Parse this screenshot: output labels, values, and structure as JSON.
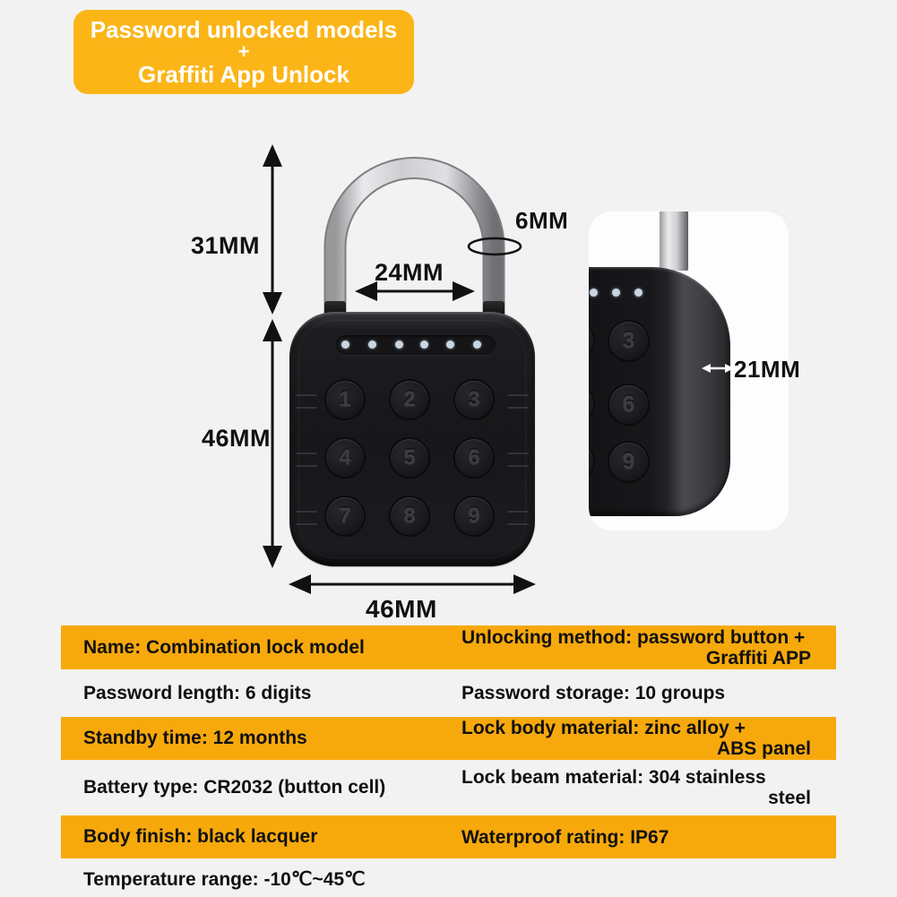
{
  "badge": {
    "line1": "Password unlocked models",
    "line2": "+",
    "line3": "Graffiti App Unlock"
  },
  "dimensions": {
    "shackle_height": "31MM",
    "shackle_inner_width": "24MM",
    "shackle_diameter": "6MM",
    "body_height": "46MM",
    "body_width": "46MM",
    "body_depth": "21MM"
  },
  "lock": {
    "keys": [
      "1",
      "2",
      "3",
      "4",
      "5",
      "6",
      "7",
      "8",
      "9"
    ],
    "inset_keys": [
      "3",
      "6",
      "9"
    ],
    "led_count": 6
  },
  "specs": {
    "rows": [
      {
        "left": "Name: Combination lock model",
        "right_line1": "Unlocking method: password button +",
        "right_line2": "Graffiti APP",
        "highlight": true
      },
      {
        "left": "Password length: 6 digits",
        "right_line1": "Password storage: 10 groups",
        "highlight": false
      },
      {
        "left": "Standby time: 12 months",
        "right_line1": "Lock body material: zinc alloy +",
        "right_line2": "ABS panel",
        "highlight": true
      },
      {
        "left": "Battery type: CR2032 (button cell)",
        "right_line1": "Lock beam material: 304 stainless",
        "right_line2": "steel",
        "highlight": false
      },
      {
        "left": "Body finish: black lacquer",
        "right_line1": "Waterproof rating: IP67",
        "highlight": true
      },
      {
        "left": "Temperature range: -10℃~45℃",
        "right_line1": "",
        "highlight": false
      }
    ]
  },
  "colors": {
    "background": "#F2F2F3",
    "badge_yellow": "#FBB517",
    "row_yellow": "#F7A90C",
    "body_black": "#1A1A1C",
    "led_blue": "#C9D6E2"
  }
}
